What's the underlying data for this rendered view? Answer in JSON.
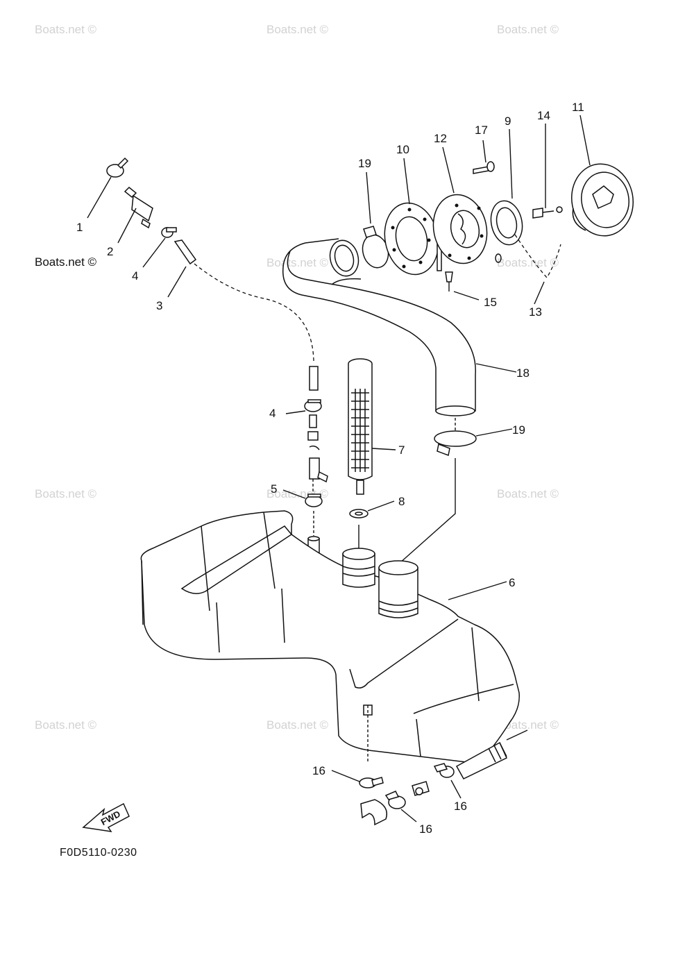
{
  "watermarks": [
    "Boats.net ©",
    "Boats.net ©",
    "Boats.net ©",
    "Boats.net ©",
    "Boats.net ©",
    "Boats.net ©",
    "Boats.net ©",
    "Boats.net ©",
    "Boats.net ©",
    "Boats.net ©",
    "Boats.net ©"
  ],
  "brand_watermark": "Boats.net ©",
  "callouts": [
    "1",
    "2",
    "4",
    "3",
    "19",
    "10",
    "12",
    "17",
    "9",
    "14",
    "11",
    "15",
    "13",
    "18",
    "4",
    "7",
    "19",
    "5",
    "8",
    "6",
    "16",
    "16",
    "16"
  ],
  "fwd_label": "FWD",
  "figure_code": "F0D5110-0230",
  "colors": {
    "line": "#111111",
    "watermark": "#d2d2d2",
    "background": "#ffffff"
  },
  "icons": [
    "fwd-arrow-icon"
  ]
}
